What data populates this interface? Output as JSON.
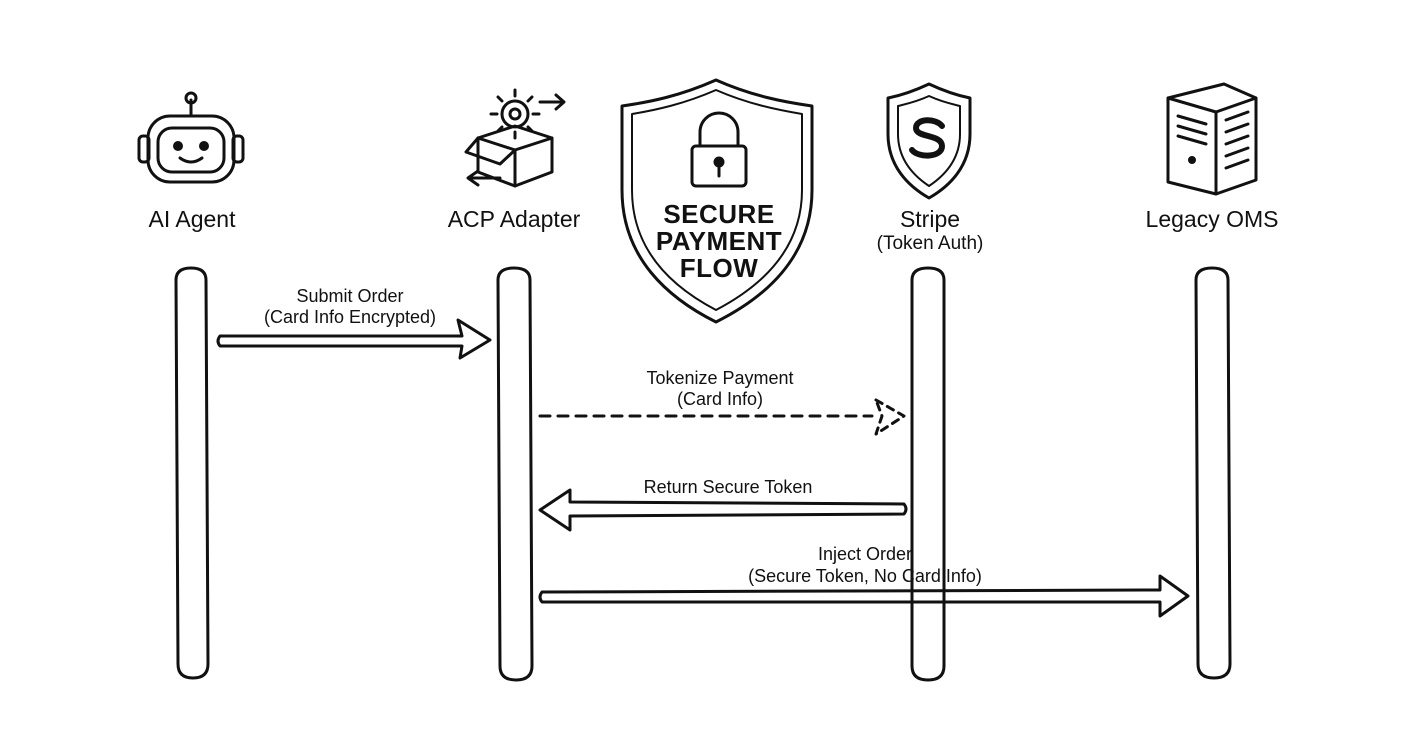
{
  "actors": {
    "ai_agent": "AI Agent",
    "acp_adapter": "ACP Adapter",
    "stripe": "Stripe",
    "stripe_sub": "(Token Auth)",
    "legacy_oms": "Legacy OMS"
  },
  "center_badge": {
    "line1": "SECURE",
    "line2": "PAYMENT",
    "line3": "FLOW",
    "icon": "padlock-shield-icon"
  },
  "messages": [
    {
      "from": "AI Agent",
      "to": "ACP Adapter",
      "line1": "Submit Order",
      "line2": "(Card Info Encrypted)",
      "style": "solid"
    },
    {
      "from": "ACP Adapter",
      "to": "Stripe",
      "line1": "Tokenize Payment",
      "line2": "(Card Info)",
      "style": "dashed"
    },
    {
      "from": "Stripe",
      "to": "ACP Adapter",
      "line1": "Return Secure Token",
      "line2": "",
      "style": "solid"
    },
    {
      "from": "ACP Adapter",
      "to": "Legacy OMS",
      "line1": "Inject Order",
      "line2": "(Secure Token, No Card Info)",
      "style": "solid"
    }
  ],
  "icons": {
    "ai_agent": "robot-icon",
    "acp_adapter": "gear-box-icon",
    "stripe": "stripe-shield-icon",
    "legacy_oms": "server-tower-icon"
  },
  "colors": {
    "ink": "#111111",
    "background": "#ffffff"
  }
}
